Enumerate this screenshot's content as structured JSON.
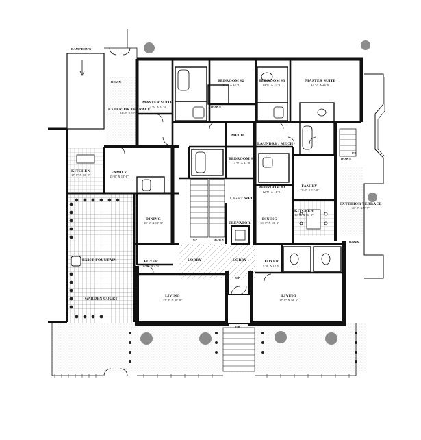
{
  "rooms": {
    "ramp_down": "RAMP DOWN",
    "master_suite_left": {
      "name": "MASTER SUITE",
      "dims": "13'-3\" X 31'-5\""
    },
    "bedroom_2": {
      "name": "BEDROOM #2",
      "dims": "15'-2\" X 15'-8\""
    },
    "bedroom_3_top": {
      "name": "BEDROOM #3",
      "dims": "14'-8\" X 15'-2\""
    },
    "master_suite_right": {
      "name": "MASTER SUITE",
      "dims": "15'-0\" X 24'-0\""
    },
    "exterior_terrace_left": {
      "name": "EXTERIOR TERRACE",
      "dims": "24'-0\" X 11'-0\""
    },
    "mech": {
      "name": "MECH"
    },
    "laundry_mech": {
      "name": "LAUNDRY / MECH"
    },
    "kitchen_left": {
      "name": "KITCHEN",
      "dims": "17'-8\" X 13'-0\""
    },
    "family_left": {
      "name": "FAMILY",
      "dims": "15'-0\" X 12'-6\""
    },
    "bedroom_2_center": {
      "name": "BEDROOM #2",
      "dims": "13'-0\" X 11'-0\""
    },
    "family_right": {
      "name": "FAMILY",
      "dims": "17'-0\" X 12'-0\""
    },
    "bedroom_3_center": {
      "name": "BEDROOM #3",
      "dims": "12'-0\" X 11'-0\""
    },
    "light_well": {
      "name": "LIGHT WELL"
    },
    "kitchen_right": {
      "name": "KITCHEN",
      "dims": "16'-0\" X 16'-0\""
    },
    "exterior_terrace_right": {
      "name": "EXTERIOR TERRACE",
      "dims": "20'-0\" X 9'-7\""
    },
    "elevator": {
      "name": "ELEVATOR"
    },
    "dining_left": {
      "name": "DINING",
      "dims": "16'-6\" X 13'-3\""
    },
    "dining_right": {
      "name": "DINING",
      "dims": "16'-0\" X 13'-3\""
    },
    "exist_fountain": {
      "name": "EXIST FOUNTAIN"
    },
    "foyer_left": {
      "name": "FOYER",
      "dims": "10'-6\" X 7'-6\""
    },
    "lobby_left": {
      "name": "LOBBY"
    },
    "lobby_right": {
      "name": "LOBBY"
    },
    "foyer_right": {
      "name": "FOYER",
      "dims": "9'-0\" X 12'-6\""
    },
    "garden_court": {
      "name": "GARDEN COURT"
    },
    "living_left": {
      "name": "LIVING",
      "dims": "17'-8\" X 30'-8\""
    },
    "living_right": {
      "name": "LIVING",
      "dims": "17'-8\" X 32'-6\""
    }
  },
  "markers": {
    "down_1": "DOWN",
    "down_2": "DOWN",
    "down_3": "DOWN",
    "down_4": "DOWN",
    "down_5": "DOWN",
    "down_6": "DOWN",
    "up_1": "UP",
    "up_2": "UP",
    "up_3": "UP",
    "up_4": "UP"
  }
}
